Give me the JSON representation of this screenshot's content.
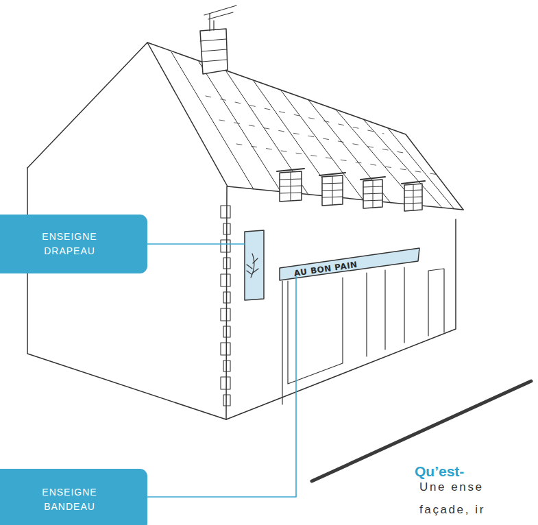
{
  "diagram": {
    "title": "Qu’est-",
    "nodes": [
      {
        "text": [
          "ENSEIGNE DRAPEAU"
        ]
      },
      {
        "text": [
          "ENSEIGNE BANDEAU"
        ]
      }
    ],
    "labels": [
      "AU BON PAIN",
      "Une ense",
      "façade, ir"
    ]
  }
}
